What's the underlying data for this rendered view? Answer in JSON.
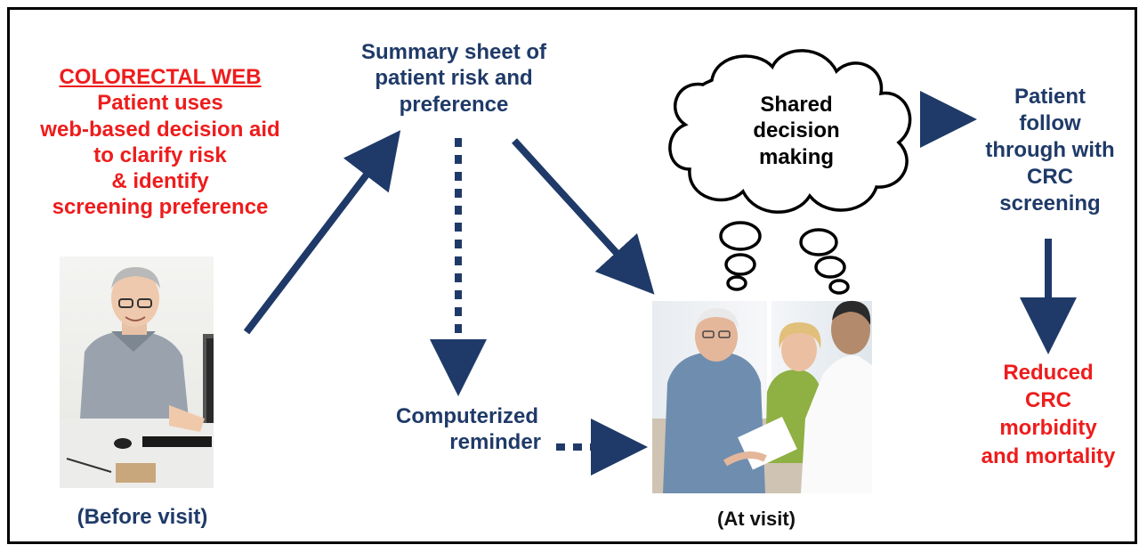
{
  "colorectal_web": {
    "title": "COLORECTAL WEB",
    "lines": [
      "Patient uses",
      "web-based decision aid",
      "to clarify risk",
      "& identify",
      "screening preference"
    ]
  },
  "summary_sheet": {
    "lines": [
      "Summary sheet of",
      "patient risk and",
      "preference"
    ]
  },
  "shared_decision": {
    "lines": [
      "Shared",
      "decision",
      "making"
    ]
  },
  "patient_follow": {
    "lines": [
      "Patient",
      "follow",
      "through with",
      "CRC",
      "screening"
    ]
  },
  "computerized_reminder": {
    "lines": [
      "Computerized",
      "reminder"
    ]
  },
  "reduced_outcome": {
    "lines": [
      "Reduced",
      "CRC",
      "morbidity",
      "and mortality"
    ]
  },
  "before_visit_caption": "(Before visit)",
  "at_visit_caption": "(At visit)",
  "colors": {
    "navy": "#1f3a68",
    "red": "#ee1c1c",
    "border": "#000000"
  },
  "icons": {
    "before_visit_photo": "man-at-computer-photo",
    "at_visit_photo": "patients-with-doctor-photo"
  }
}
